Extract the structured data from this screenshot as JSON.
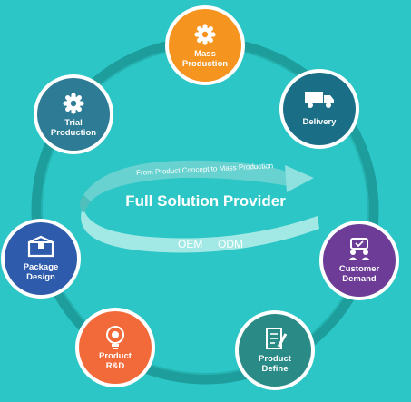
{
  "center": {
    "title": "Full Solution Provider",
    "arc_text": "From Product Concept to Mass Production",
    "tags": [
      "OEM",
      "ODM"
    ]
  },
  "nodes": [
    {
      "id": "mass-production",
      "line1": "Mass",
      "line2": "Production",
      "color": "#f5941e",
      "icon": "gear-icon"
    },
    {
      "id": "delivery",
      "line1": "Delivery",
      "line2": "",
      "color": "#1a6f86",
      "icon": "truck-icon"
    },
    {
      "id": "customer-demand",
      "line1": "Customer",
      "line2": "Demand",
      "color": "#6c3c97",
      "icon": "users-icon"
    },
    {
      "id": "product-define",
      "line1": "Product",
      "line2": "Define",
      "color": "#2a8a86",
      "icon": "document-icon"
    },
    {
      "id": "product-rd",
      "line1": "Product",
      "line2": "R&D",
      "color": "#f26a3a",
      "icon": "lightbulb-gear-icon"
    },
    {
      "id": "package-design",
      "line1": "Package",
      "line2": "Design",
      "color": "#2e5bab",
      "icon": "box-icon"
    },
    {
      "id": "trial-production",
      "line1": "Trial",
      "line2": "Production",
      "color": "#2d7b95",
      "icon": "gear-icon"
    }
  ],
  "colors": {
    "background": "#2cc6c6",
    "ring": "#1d9e9c",
    "ribbon": "#8fe1df"
  }
}
